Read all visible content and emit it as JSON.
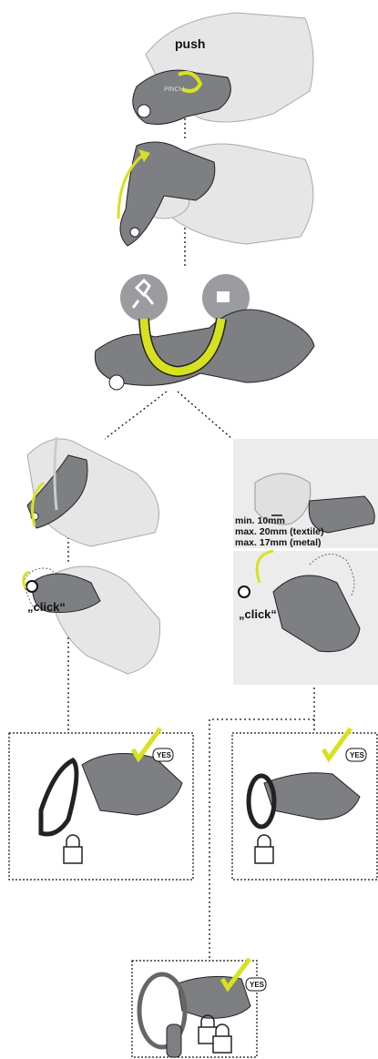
{
  "labels": {
    "push": "push",
    "click_left": "„click“",
    "click_right": "„click“",
    "spec_min": "min. 10mm",
    "spec_textile": "max. 20mm (textile)",
    "spec_metal": "max. 17mm (metal)"
  },
  "badges": {
    "yes_1": "YES",
    "yes_2": "YES",
    "yes_3": "YES"
  },
  "brand": {
    "device": "PINCH"
  },
  "colors": {
    "accent_yellow": "#d6e21f",
    "device_gray": "#7d7f82",
    "hand_gray": "#e6e6e6",
    "line": "#111111"
  }
}
